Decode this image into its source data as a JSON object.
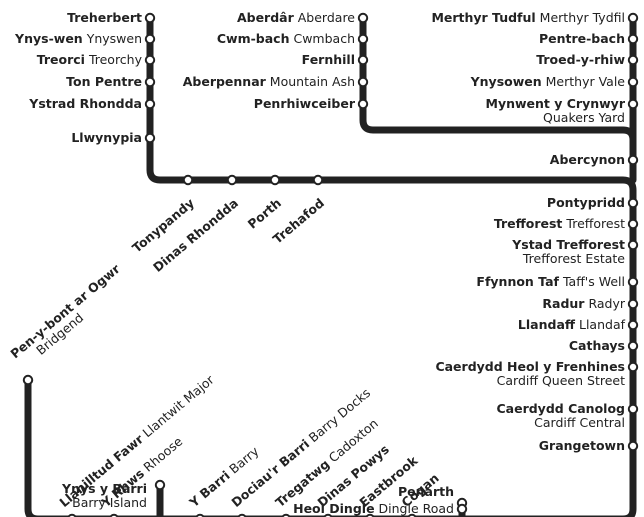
{
  "line_color": "#222222",
  "station_fill": "#ffffff",
  "stations": {
    "treherbert": {
      "welsh": "Treherbert",
      "english": ""
    },
    "ynyswen": {
      "welsh": "Ynys-wen",
      "english": "Ynyswen"
    },
    "treorchy": {
      "welsh": "Treorci",
      "english": "Treorchy"
    },
    "ton_pentre": {
      "welsh": "Ton Pentre",
      "english": ""
    },
    "ystrad_rhondda": {
      "welsh": "Ystrad Rhondda",
      "english": ""
    },
    "llwynypia": {
      "welsh": "Llwynypia",
      "english": ""
    },
    "tonypandy": {
      "welsh": "Tonypandy",
      "english": ""
    },
    "dinas_rhondda": {
      "welsh": "Dinas Rhondda",
      "english": ""
    },
    "porth": {
      "welsh": "Porth",
      "english": ""
    },
    "trehafod": {
      "welsh": "Trehafod",
      "english": ""
    },
    "aberdare": {
      "welsh": "Aberdâr",
      "english": "Aberdare"
    },
    "cwmbach": {
      "welsh": "Cwm-bach",
      "english": "Cwmbach"
    },
    "fernhill": {
      "welsh": "Fernhill",
      "english": ""
    },
    "mountain_ash": {
      "welsh": "Aberpennar",
      "english": "Mountain Ash"
    },
    "penrhiwceiber": {
      "welsh": "Penrhiwceiber",
      "english": ""
    },
    "merthyr": {
      "welsh": "Merthyr Tudful",
      "english": "Merthyr Tydfil"
    },
    "pentre_bach": {
      "welsh": "Pentre-bach",
      "english": ""
    },
    "troed_y_rhiw": {
      "welsh": "Troed-y-rhiw",
      "english": ""
    },
    "merthyr_vale": {
      "welsh": "Ynysowen",
      "english": "Merthyr Vale"
    },
    "quakers_yard": {
      "welsh": "Mynwent y Crynwyr",
      "english": "Quakers Yard"
    },
    "abercynon": {
      "welsh": "Abercynon",
      "english": ""
    },
    "pontypridd": {
      "welsh": "Pontypridd",
      "english": ""
    },
    "trefforest": {
      "welsh": "Trefforest",
      "english": "Trefforest"
    },
    "trefforest_estate": {
      "welsh": "Ystad Trefforest",
      "english": "Trefforest Estate"
    },
    "taffs_well": {
      "welsh": "Ffynnon Taf",
      "english": "Taff's Well"
    },
    "radyr": {
      "welsh": "Radur",
      "english": "Radyr"
    },
    "llandaf": {
      "welsh": "Llandaff",
      "english": "Llandaf"
    },
    "cathays": {
      "welsh": "Cathays",
      "english": ""
    },
    "queen_street": {
      "welsh": "Caerdydd Heol y Frenhines",
      "english": "Cardiff Queen Street"
    },
    "cardiff_central": {
      "welsh": "Caerdydd Canolog",
      "english": "Cardiff Central"
    },
    "grangetown": {
      "welsh": "Grangetown",
      "english": ""
    },
    "bridgend": {
      "welsh": "Pen-y-bont ar Ogwr",
      "english": "Bridgend"
    },
    "llantwit_major": {
      "welsh": "Llanilltud Fawr",
      "english": "Llantwit Major"
    },
    "rhoose": {
      "welsh": "Y Rhws",
      "english": "Rhoose"
    },
    "barry": {
      "welsh": "Y Barri",
      "english": "Barry"
    },
    "barry_docks": {
      "welsh": "Dociau'r Barri",
      "english": "Barry Docks"
    },
    "cadoxton": {
      "welsh": "Tregatwg",
      "english": "Cadoxton"
    },
    "dinas_powys": {
      "welsh": "Dinas Powys",
      "english": ""
    },
    "eastbrook": {
      "welsh": "Eastbrook",
      "english": ""
    },
    "cogan": {
      "welsh": "Cogan",
      "english": ""
    },
    "barry_island": {
      "welsh": "Ynys y Barri",
      "english": "Barry Island"
    },
    "penarth": {
      "welsh": "Penarth",
      "english": ""
    },
    "dingle_road": {
      "welsh": "Heol Dingle",
      "english": "Dingle Road"
    }
  }
}
